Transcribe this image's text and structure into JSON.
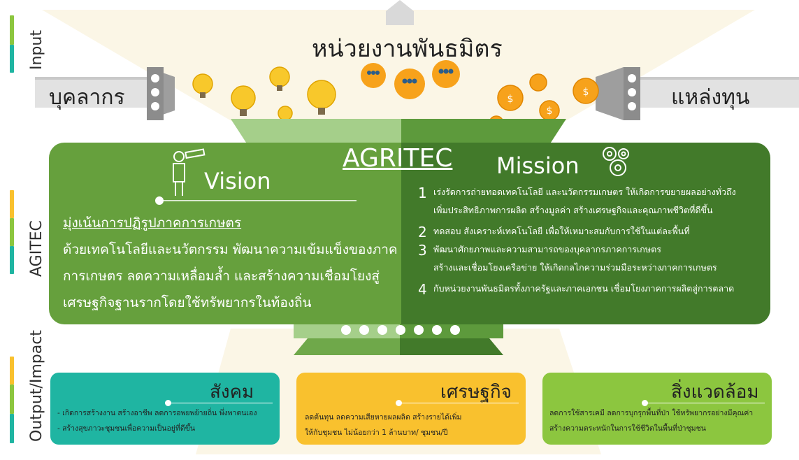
{
  "side_labels": {
    "input": "Input",
    "agitec": "AGITEC",
    "output": "Output/Impact"
  },
  "top": {
    "title": "หน่วยงานพันธมิตร",
    "left_pipe": "บุคลากร",
    "right_pipe": "แหล่งทุน"
  },
  "center": {
    "title": "AGRITEC"
  },
  "vision": {
    "title": "Vision",
    "lines": [
      "มุ่งเน้นการปฏิรูปภาคการเกษตร",
      "ด้วยเทคโนโลยีและนวัตกรรม พัฒนาความเข้มแข็งของภาค",
      "การเกษตร ลดความเหลื่อมล้ำ และสร้างความเชื่อมโยงสู่",
      "เศรษฐกิจฐานรากโดยใช้ทรัพยากรในท้องถิ่น"
    ]
  },
  "mission": {
    "title": "Mission",
    "items": [
      {
        "num": "1",
        "lines": [
          "เร่งรัดการถ่ายทอดเทคโนโลยี และนวัตกรรมเกษตร ให้เกิดการขยายผลอย่างทั่วถึง",
          "เพิ่มประสิทธิภาพการผลิต สร้างมูลค่า สร้างเศรษฐกิจและคุณภาพชีวิตที่ดีขึ้น"
        ]
      },
      {
        "num": "2",
        "lines": [
          "ทดสอบ สังเคราะห์เทคโนโลยี เพื่อให้เหมาะสมกับการใช้ในแต่ละพื้นที่"
        ]
      },
      {
        "num": "3",
        "lines": [
          "พัฒนาศักยภาพและความสามารถของบุคลากรภาคการเกษตร",
          "สร้างและเชื่อมโยงเครือข่าย ให้เกิดกลไกความร่วมมือระหว่างภาคการเกษตร"
        ]
      },
      {
        "num": "4",
        "lines": [
          "กับหน่วยงานพันธมิตรทั้งภาครัฐและภาคเอกชน เชื่อมโยงภาคการผลิตสู่การตลาด"
        ]
      }
    ]
  },
  "impacts": {
    "social": {
      "title": "สังคม",
      "color": "#1fb5a2",
      "lines": [
        "- เกิดการสร้างงาน สร้างอาชีพ ลดการอพยพย้ายถิ่น พึ่งพาตนเอง",
        "- สร้างสุขภาวะชุมชนเพื่อความเป็นอยู่ที่ดีขึ้น"
      ]
    },
    "economy": {
      "title": "เศรษฐกิจ",
      "color": "#f9c12e",
      "lines": [
        "ลดต้นทุน ลดความเสียหายผลผลิต สร้างรายได้เพิ่ม",
        "ให้กับชุมชน ไม่น้อยกว่า 1 ล้านบาท/ ชุมชน/ปี"
      ]
    },
    "environment": {
      "title": "สิ่งแวดล้อม",
      "color": "#8cc63f",
      "lines": [
        "ลดการใช้สารเคมี ลดการบุกรุกพื้นที่ป่า ใช้ทรัพยากรอย่างมีคุณค่า",
        "สร้างความตระหนักในการใช้ชีวิตในพื้นที่ป่าชุมชน"
      ]
    }
  },
  "colors": {
    "green_light": "#66a03d",
    "green_dark": "#427a2a",
    "coin": "#f7a21b",
    "bulb": "#f8c82b",
    "bar_yellow": "#f9c12e",
    "bar_green": "#8cc63f",
    "bar_teal": "#1fb5a2"
  }
}
